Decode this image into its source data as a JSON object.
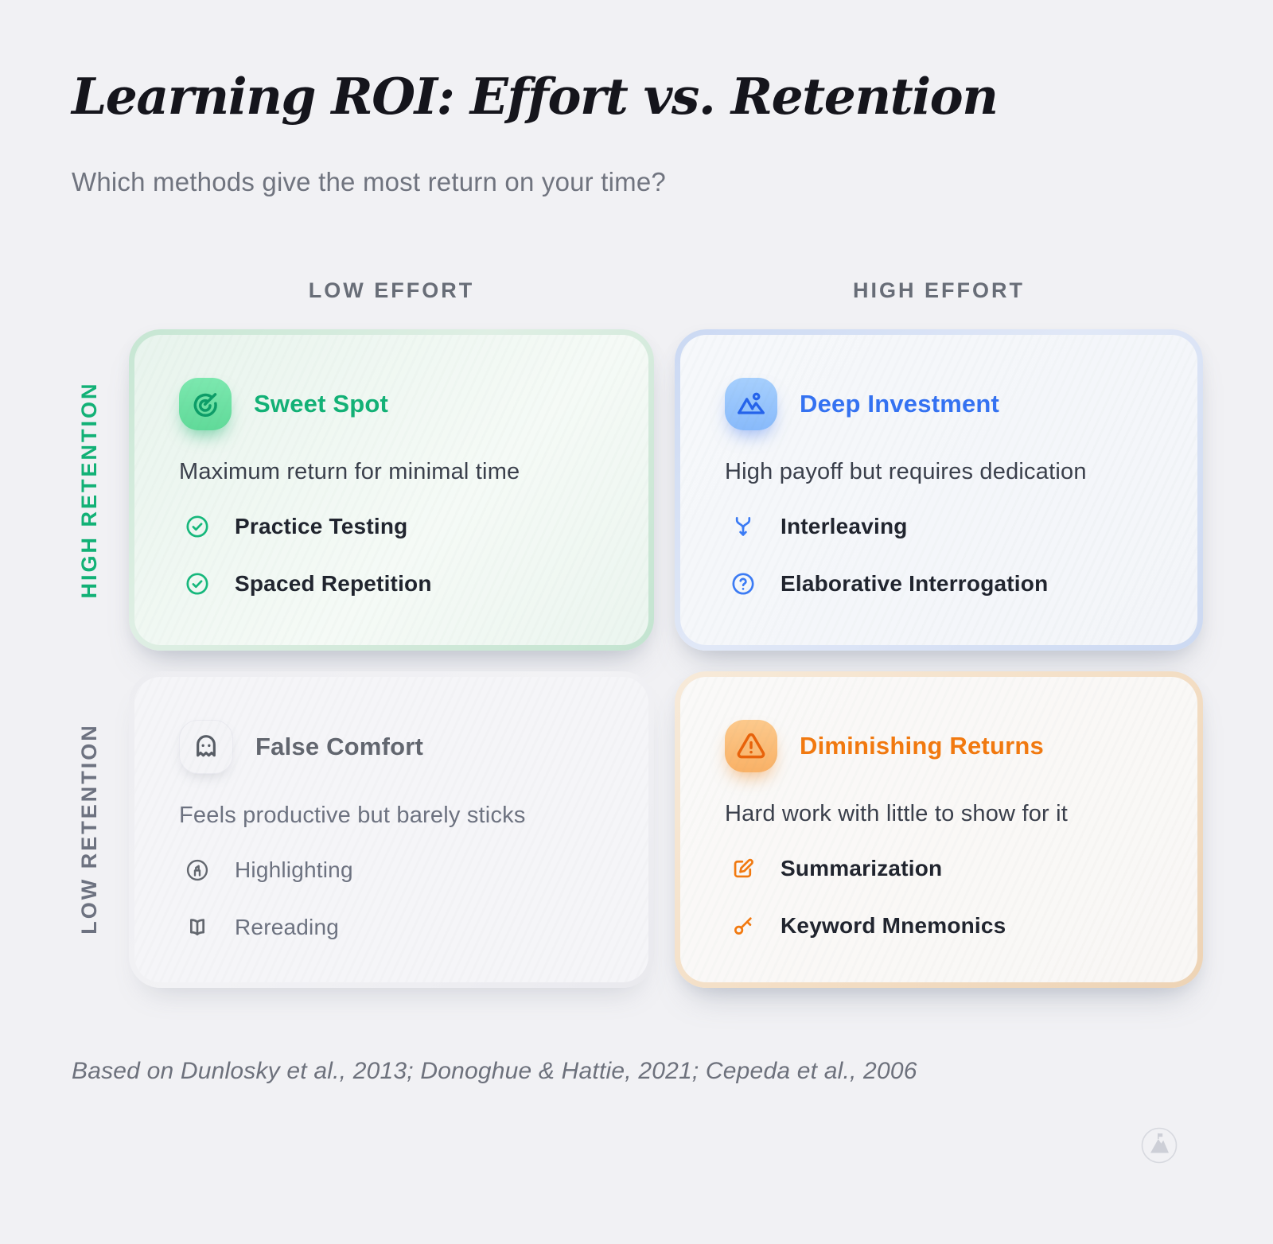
{
  "header": {
    "title": "Learning ROI: Effort vs. Retention",
    "subtitle": "Which methods give the most return on your time?"
  },
  "matrix": {
    "columns": [
      {
        "label": "LOW EFFORT"
      },
      {
        "label": "HIGH EFFORT"
      }
    ],
    "rows": [
      {
        "label": "HIGH RETENTION",
        "color": "#12b176"
      },
      {
        "label": "LOW RETENTION",
        "color": "#6d7280"
      }
    ],
    "quadrants": [
      {
        "title": "Sweet Spot",
        "description": "Maximum return for minimal time",
        "icon": "target-icon",
        "accent": "#12b176",
        "items": [
          {
            "icon": "check-circle-icon",
            "label": "Practice Testing"
          },
          {
            "icon": "check-circle-icon",
            "label": "Spaced Repetition"
          }
        ]
      },
      {
        "title": "Deep Investment",
        "description": "High payoff but requires dedication",
        "icon": "mountain-sun-icon",
        "accent": "#3472f2",
        "items": [
          {
            "icon": "merge-arrow-icon",
            "label": "Interleaving"
          },
          {
            "icon": "help-circle-icon",
            "label": "Elaborative Interrogation"
          }
        ]
      },
      {
        "title": "False Comfort",
        "description": "Feels productive but barely sticks",
        "icon": "ghost-icon",
        "accent": "#62666f",
        "items": [
          {
            "icon": "highlighter-icon",
            "label": "Highlighting"
          },
          {
            "icon": "book-open-icon",
            "label": "Rereading"
          }
        ]
      },
      {
        "title": "Diminishing Returns",
        "description": "Hard work with little to show for it",
        "icon": "warning-triangle-icon",
        "accent": "#f2790f",
        "items": [
          {
            "icon": "edit-note-icon",
            "label": "Summarization"
          },
          {
            "icon": "key-icon",
            "label": "Keyword Mnemonics"
          }
        ]
      }
    ]
  },
  "footer": {
    "citation": "Based on Dunlosky et al., 2013; Donoghue & Hattie, 2021; Cepeda et al., 2006"
  },
  "logo": {
    "icon": "mountain-flag-logo"
  }
}
